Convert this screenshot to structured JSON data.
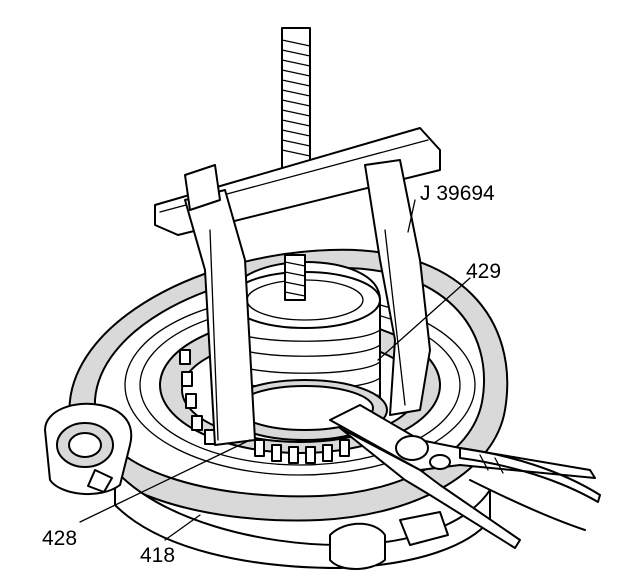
{
  "callouts": {
    "tool": "J 39694",
    "ring": "429",
    "snap_ring": "428",
    "housing": "418"
  },
  "colors": {
    "ink": "#000000",
    "paper": "#ffffff",
    "shade": "#d9d9d9"
  }
}
